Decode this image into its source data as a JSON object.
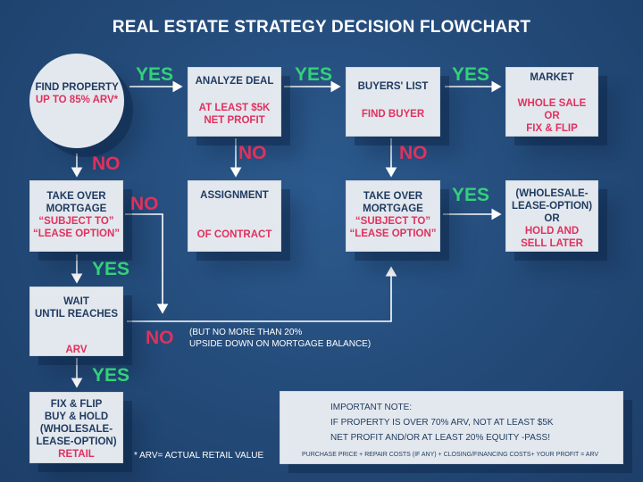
{
  "title": "REAL ESTATE STRATEGY DECISION FLOWCHART",
  "nodes": {
    "find_property": {
      "line1": "FIND PROPERTY",
      "line2": "UP TO",
      "line3": "85% ARV*"
    },
    "analyze_deal": {
      "line1": "ANALYZE DEAL",
      "line2": "AT LEAST $5K",
      "line3": "NET PROFIT"
    },
    "buyers_list": {
      "line1": "BUYERS' LIST",
      "line2": "FIND BUYER"
    },
    "market": {
      "line1": "MARKET",
      "line2": "WHOLE SALE",
      "line3": "OR",
      "line4": "FIX & FLIP"
    },
    "take_over_left": {
      "line1": "TAKE OVER",
      "line2": "MORTGAGE",
      "line3": "“SUBJECT TO”",
      "line4": "“LEASE OPTION”"
    },
    "assignment": {
      "line1": "ASSIGNMENT",
      "line2": "OF CONTRACT"
    },
    "take_over_mid": {
      "line1": "TAKE OVER",
      "line2": "MORTGAGE",
      "line3": "“SUBJECT TO”",
      "line4": "“LEASE OPTION”"
    },
    "wholesale_hold": {
      "line1": "(WHOLESALE-",
      "line2": "LEASE-OPTION)",
      "line3": "OR",
      "line4": "HOLD AND",
      "line5": "SELL LATER"
    },
    "wait": {
      "line1": "WAIT",
      "line2": "UNTIL REACHES",
      "line3": "ARV"
    },
    "fix_flip": {
      "line1": "FIX & FLIP",
      "line2": "BUY & HOLD",
      "line3": "(WHOLESALE-",
      "line4": "LEASE-OPTION)",
      "line5": "RETAIL"
    }
  },
  "labels": {
    "yes": "YES",
    "no": "NO"
  },
  "no_condition": {
    "line1": "(BUT NO MORE THAN 20%",
    "line2": "UPSIDE DOWN ON MORTGAGE BALANCE)"
  },
  "note": {
    "line1": "IMPORTANT NOTE:",
    "line2": "IF PROPERTY IS OVER 70% ARV, NOT AT LEAST $5K",
    "line3": "NET PROFIT  AND/OR AT LEAST 20% EQUITY -PASS!",
    "line4": "PURCHASE PRICE + REPAIR COSTS (IF ANY) + CLOSING/FINANCING COSTS+ YOUR PROFIT = ARV"
  },
  "footnote": "* ARV= ACTUAL RETAIL VALUE",
  "colors": {
    "background": "#234a78",
    "box": "#e3e8ee",
    "text": "#1f3a5f",
    "yes": "#33d17a",
    "no": "#e0315e",
    "arrow": "#ffffff"
  }
}
